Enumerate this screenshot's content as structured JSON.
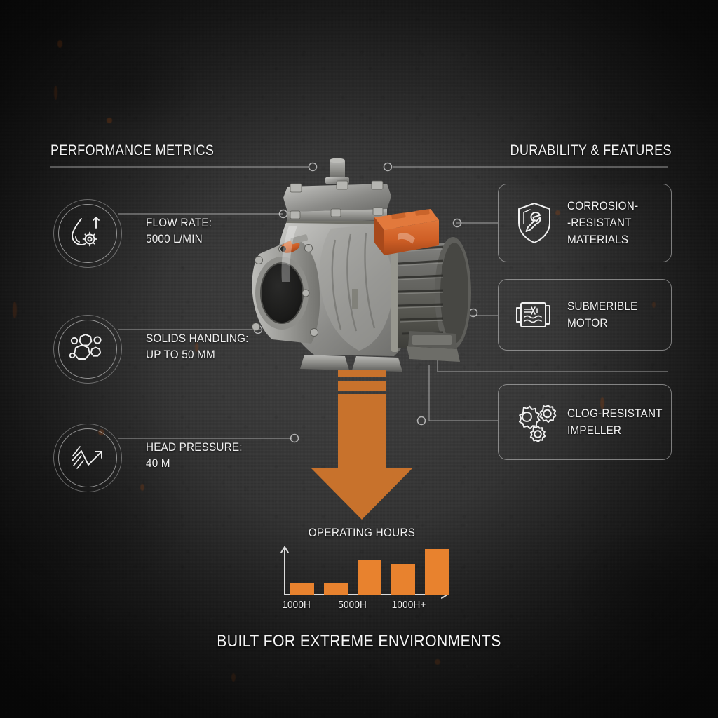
{
  "theme": {
    "background_color": "#2b2b2b",
    "accent_orange": "#c8722c",
    "chart_orange": "#e8822e",
    "line_color": "#dcdcdc",
    "text_color": "#f2f2f2"
  },
  "headers": {
    "left": "PERFORMANCE METRICS",
    "right": "DURABILITY & FEATURES"
  },
  "metrics": [
    {
      "icon": "water-droplet-gear-icon",
      "line1": "FLOW RATE:",
      "line2": "5000 L/MIN"
    },
    {
      "icon": "solids-particles-icon",
      "line1": "SOLIDS HANDLING:",
      "line2": "UP TO 50 MM"
    },
    {
      "icon": "pressure-trend-arrow-icon",
      "line1": "HEAD PRESSURE:",
      "line2": "40 M"
    }
  ],
  "features": [
    {
      "icon": "shield-wrench-icon",
      "lines": [
        "CORROSION-",
        "-RESISTANT",
        "MATERIALS"
      ]
    },
    {
      "icon": "submersible-motor-icon",
      "lines": [
        "SUBMERIBLE",
        "MOTOR"
      ]
    },
    {
      "icon": "gears-impeller-icon",
      "lines": [
        "CLOG-RESISTANT",
        "IMPELLER"
      ]
    }
  ],
  "product": {
    "name": "centrifugal-pump",
    "body_color": "#9a9a98",
    "terminal_box_color": "#d4652a",
    "motor_housing_color": "#6e6e6c"
  },
  "flow_arrow": {
    "name": "downward-flow-arrow",
    "color": "#c8722c",
    "direction": "down",
    "segments": 3
  },
  "chart_data": {
    "type": "bar",
    "title": "OPERATING HOURS",
    "categories": [
      "1000H",
      "",
      "5000H",
      "",
      "1000H+"
    ],
    "tick_labels": [
      "1000H",
      "5000H",
      "1000H+"
    ],
    "values": [
      14,
      14,
      41,
      36,
      54
    ],
    "ylim": [
      0,
      60
    ],
    "xlabel": "",
    "ylabel": "",
    "grid": false,
    "legend": "none",
    "bar_color": "#e8822e",
    "axis_color": "#dcdcdc"
  },
  "footer": {
    "tagline": "BUILT FOR EXTREME ENVIRONMENTS"
  }
}
